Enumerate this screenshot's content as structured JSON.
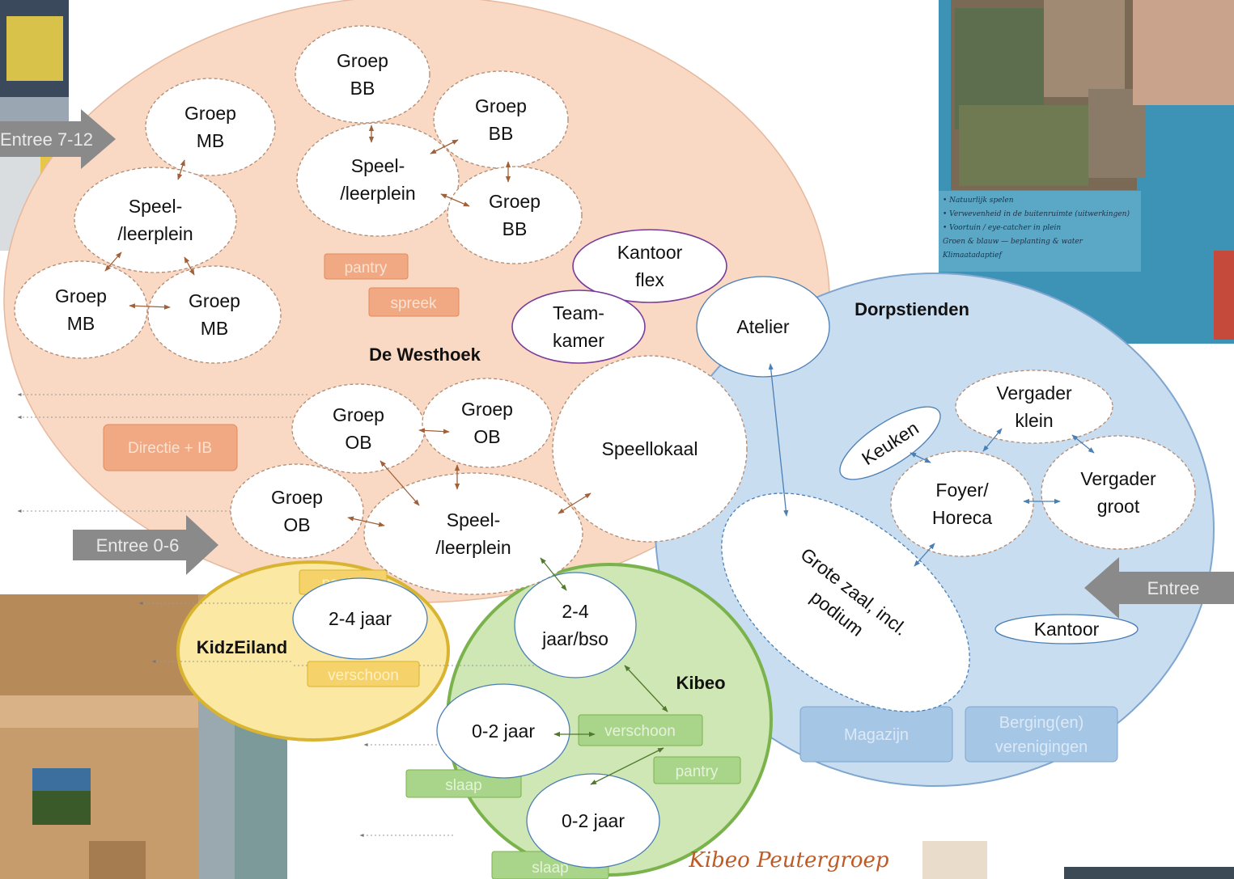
{
  "colors": {
    "westhoek_fill": "#f9d8c4",
    "dorp_fill": "#c9ddf0",
    "dorp_stroke": "#7fa6cf",
    "kibeo_fill": "#cfe6b5",
    "kibeo_stroke": "#7ab24c",
    "kidz_fill": "#fbe8a3",
    "kidz_stroke": "#d9b431",
    "arrow_grey": "#8a8a8a",
    "orange_box": "#f0a982",
    "green_box": "#a8d58a",
    "blue_box": "#a6c6e6",
    "purple": "#7a3b9a"
  },
  "zones": {
    "westhoek": "De Westhoek",
    "dorp": "Dorpstienden",
    "kibeo": "Kibeo",
    "kidz": "KidzEiland"
  },
  "entrances": {
    "e712": "Entree 7-12",
    "e06": "Entree 0-6",
    "main": "Entree"
  },
  "rooms": {
    "groep_bb_top": [
      "Groep",
      "BB"
    ],
    "groep_bb_right": [
      "Groep",
      "BB"
    ],
    "groep_bb_lower": [
      "Groep",
      "BB"
    ],
    "speel_bb": [
      "Speel-",
      "/leerplein"
    ],
    "groep_mb_top": [
      "Groep",
      "MB"
    ],
    "speel_mb": [
      "Speel-",
      "/leerplein"
    ],
    "groep_mb_left": [
      "Groep",
      "MB"
    ],
    "groep_mb_right": [
      "Groep",
      "MB"
    ],
    "kantoor_flex": [
      "Kantoor",
      "flex"
    ],
    "teamkamer": [
      "Team-",
      "kamer"
    ],
    "atelier": [
      "Atelier"
    ],
    "groep_ob_left": [
      "Groep",
      "OB"
    ],
    "groep_ob_right": [
      "Groep",
      "OB"
    ],
    "groep_ob_low": [
      "Groep",
      "OB"
    ],
    "speellokaal": [
      "Speellokaal"
    ],
    "speel_ob": [
      "Speel-",
      "/leerplein"
    ],
    "keuken": [
      "Keuken"
    ],
    "vergader_klein": [
      "Vergader",
      "klein"
    ],
    "foyer": [
      "Foyer/",
      "Horeca"
    ],
    "vergader_groot": [
      "Vergader",
      "groot"
    ],
    "grote_zaal": [
      "Grote zaal, incl.",
      "podium"
    ],
    "kantoor": [
      "Kantoor"
    ],
    "kidz_24": [
      "2-4 jaar"
    ],
    "kibeo_24": [
      "2-4",
      "jaar/bso"
    ],
    "kibeo_02a": [
      "0-2 jaar"
    ],
    "kibeo_02b": [
      "0-2 jaar"
    ]
  },
  "boxes": {
    "pantry_w": "pantry",
    "spreek": "spreek",
    "directie": "Directie + IB",
    "pantry_k": "pantry",
    "verschoon_k": "verschoon",
    "verschoon_kb": "verschoon",
    "pantry_kb": "pantry",
    "slaap_a": "slaap",
    "slaap_b": "slaap",
    "magazijn": "Magazijn",
    "berging": [
      "Berging(en)",
      "verenigingen"
    ]
  },
  "photos": {
    "board_notes": [
      "• Natuurlijk spelen",
      "• Verwevenheid in de buitenruimte (uitwerkingen)",
      "• Voortuin / eye-catcher in plein",
      "Groen & blauw — beplanting & water",
      "Klimaatadaptief"
    ],
    "caption": "Kibeo Peutergroep"
  }
}
